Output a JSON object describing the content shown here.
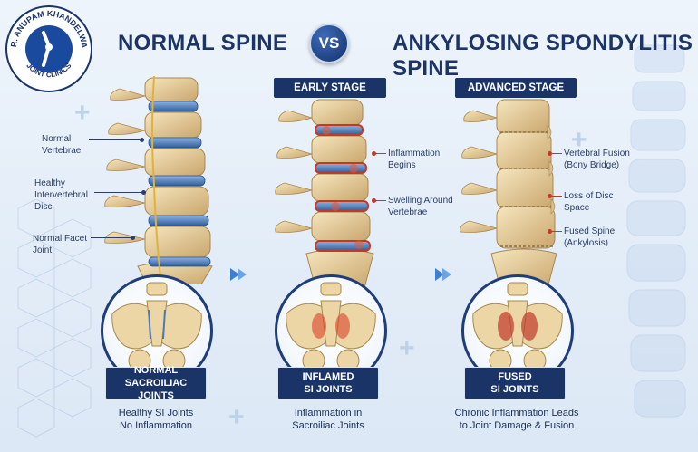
{
  "logo": {
    "ring_text_top": "DR. ANUPAM KHANDELWAL",
    "ring_text_bottom": "JOINT CLINICS",
    "icon": "knee-joint-icon"
  },
  "headings": {
    "normal": "NORMAL SPINE",
    "vs": "VS",
    "as": "ANKYLOSING SPONDYLITIS SPINE"
  },
  "stages": {
    "early": "EARLY STAGE",
    "advanced": "ADVANCED STAGE"
  },
  "normal_labels": {
    "vertebrae_1": "Normal",
    "vertebrae_2": "Vertebrae",
    "disc_1": "Healthy",
    "disc_2": "Intervertebral",
    "disc_3": "Disc",
    "facet_1": "Normal Facet",
    "facet_2": "Joint"
  },
  "early_labels": {
    "inflammation_1": "Inflammation",
    "inflammation_2": "Begins",
    "swelling_1": "Swelling Around",
    "swelling_2": "Vertebrae"
  },
  "advanced_labels": {
    "fusion_1": "Vertebral Fusion",
    "fusion_2": "(Bony Bridge)",
    "disc_loss_1": "Loss of Disc",
    "disc_loss_2": "Space",
    "fused_1": "Fused Spine",
    "fused_2": "(Ankylosis)"
  },
  "joint_boxes": {
    "normal_1": "NORMAL",
    "normal_2": "SACROILIAC JOINTS",
    "inflamed_1": "INFLAMED",
    "inflamed_2": "SI JOINTS",
    "fused_1": "FUSED",
    "fused_2": "SI JOINTS"
  },
  "captions": {
    "normal_1": "Healthy SI Joints",
    "normal_2": "No Inflammation",
    "inflamed_1": "Inflammation in",
    "inflamed_2": "Sacroiliac Joints",
    "fused_1": "Chronic Inflammation Leads",
    "fused_2": "to Joint Damage & Fusion"
  },
  "colors": {
    "navy": "#1a3468",
    "bone": "#e8d2a0",
    "disc": "#4a7bb7",
    "inflammation": "#c0392b",
    "arrow": "#3d7fd0"
  }
}
